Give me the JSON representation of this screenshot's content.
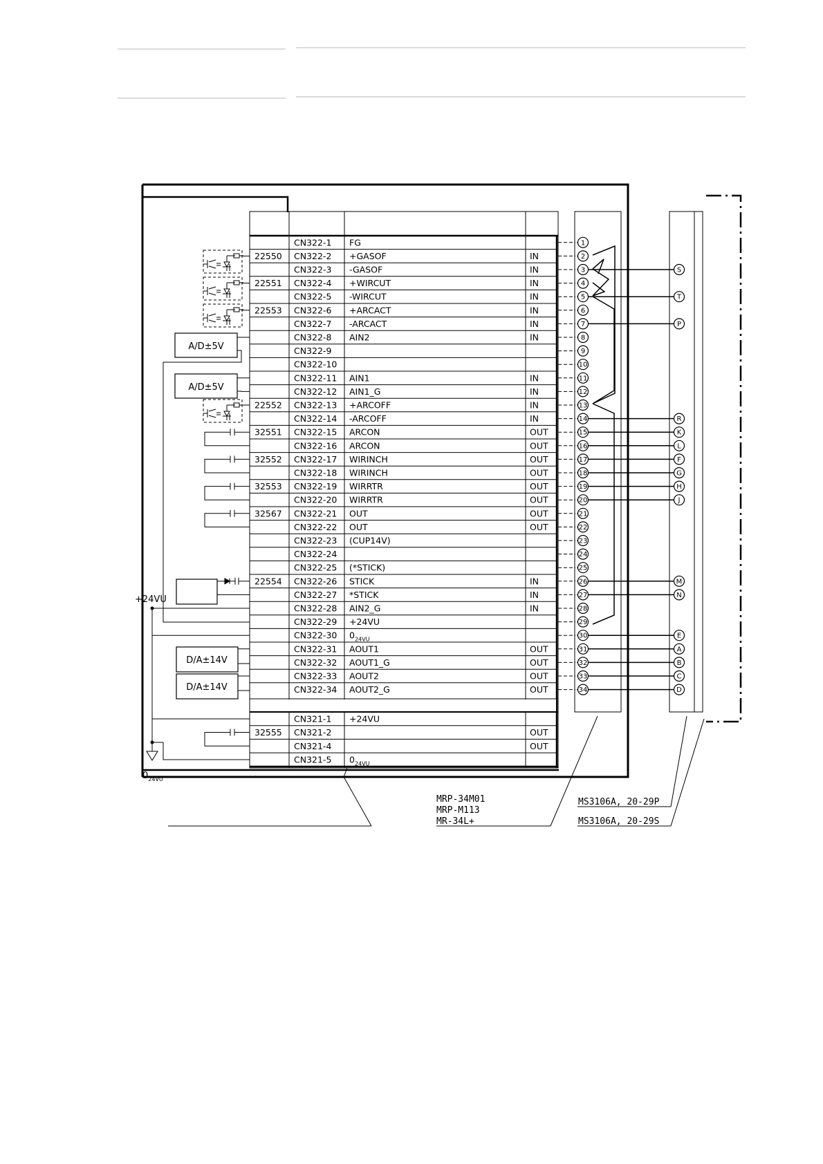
{
  "rows": [
    {
      "code": "",
      "conn": "CN322-1",
      "signal": "FG",
      "dir": "",
      "pin": "1",
      "mil": ""
    },
    {
      "code": "22550",
      "conn": "CN322-2",
      "signal": "+GASOF",
      "dir": "IN",
      "pin": "2",
      "mil": ""
    },
    {
      "code": "",
      "conn": "CN322-3",
      "signal": "-GASOF",
      "dir": "IN",
      "pin": "3",
      "mil": "S"
    },
    {
      "code": "22551",
      "conn": "CN322-4",
      "signal": "+WIRCUT",
      "dir": "IN",
      "pin": "4",
      "mil": ""
    },
    {
      "code": "",
      "conn": "CN322-5",
      "signal": "-WIRCUT",
      "dir": "IN",
      "pin": "5",
      "mil": "T"
    },
    {
      "code": "22553",
      "conn": "CN322-6",
      "signal": "+ARCACT",
      "dir": "IN",
      "pin": "6",
      "mil": ""
    },
    {
      "code": "",
      "conn": "CN322-7",
      "signal": "-ARCACT",
      "dir": "IN",
      "pin": "7",
      "mil": "P"
    },
    {
      "code": "",
      "conn": "CN322-8",
      "signal": "AIN2",
      "dir": "IN",
      "pin": "8",
      "mil": ""
    },
    {
      "code": "",
      "conn": "CN322-9",
      "signal": "",
      "dir": "",
      "pin": "9",
      "mil": ""
    },
    {
      "code": "",
      "conn": "CN322-10",
      "signal": "",
      "dir": "",
      "pin": "10",
      "mil": ""
    },
    {
      "code": "",
      "conn": "CN322-11",
      "signal": "AIN1",
      "dir": "IN",
      "pin": "11",
      "mil": ""
    },
    {
      "code": "",
      "conn": "CN322-12",
      "signal": "AIN1_G",
      "dir": "IN",
      "pin": "12",
      "mil": ""
    },
    {
      "code": "22552",
      "conn": "CN322-13",
      "signal": "+ARCOFF",
      "dir": "IN",
      "pin": "13",
      "mil": ""
    },
    {
      "code": "",
      "conn": "CN322-14",
      "signal": "-ARCOFF",
      "dir": "IN",
      "pin": "14",
      "mil": "R"
    },
    {
      "code": "32551",
      "conn": "CN322-15",
      "signal": "ARCON",
      "dir": "OUT",
      "pin": "15",
      "mil": "K"
    },
    {
      "code": "",
      "conn": "CN322-16",
      "signal": "ARCON",
      "dir": "OUT",
      "pin": "16",
      "mil": "L"
    },
    {
      "code": "32552",
      "conn": "CN322-17",
      "signal": "WIRINCH",
      "dir": "OUT",
      "pin": "17",
      "mil": "F"
    },
    {
      "code": "",
      "conn": "CN322-18",
      "signal": "WIRINCH",
      "dir": "OUT",
      "pin": "18",
      "mil": "G"
    },
    {
      "code": "32553",
      "conn": "CN322-19",
      "signal": "WIRRTR",
      "dir": "OUT",
      "pin": "19",
      "mil": "H"
    },
    {
      "code": "",
      "conn": "CN322-20",
      "signal": "WIRRTR",
      "dir": "OUT",
      "pin": "20",
      "mil": "J"
    },
    {
      "code": "32567",
      "conn": "CN322-21",
      "signal": "OUT",
      "dir": "OUT",
      "pin": "21",
      "mil": ""
    },
    {
      "code": "",
      "conn": "CN322-22",
      "signal": "OUT",
      "dir": "OUT",
      "pin": "22",
      "mil": ""
    },
    {
      "code": "",
      "conn": "CN322-23",
      "signal": "(CUP14V)",
      "dir": "",
      "pin": "23",
      "mil": ""
    },
    {
      "code": "",
      "conn": "CN322-24",
      "signal": "",
      "dir": "",
      "pin": "24",
      "mil": ""
    },
    {
      "code": "",
      "conn": "CN322-25",
      "signal": "(*STICK)",
      "dir": "",
      "pin": "25",
      "mil": ""
    },
    {
      "code": "22554",
      "conn": "CN322-26",
      "signal": "STICK",
      "dir": "IN",
      "pin": "26",
      "mil": "M"
    },
    {
      "code": "",
      "conn": "CN322-27",
      "signal": "*STICK",
      "dir": "IN",
      "pin": "27",
      "mil": "N"
    },
    {
      "code": "",
      "conn": "CN322-28",
      "signal": "AIN2_G",
      "dir": "IN",
      "pin": "28",
      "mil": ""
    },
    {
      "code": "",
      "conn": "CN322-29",
      "signal": "+24VU",
      "dir": "",
      "pin": "29",
      "mil": ""
    },
    {
      "code": "",
      "conn": "CN322-30",
      "signal": "0",
      "sub": "24VU",
      "dir": "",
      "pin": "30",
      "mil": "E"
    },
    {
      "code": "",
      "conn": "CN322-31",
      "signal": "AOUT1",
      "dir": "OUT",
      "pin": "31",
      "mil": "A"
    },
    {
      "code": "",
      "conn": "CN322-32",
      "signal": "AOUT1_G",
      "dir": "OUT",
      "pin": "32",
      "mil": "B"
    },
    {
      "code": "",
      "conn": "CN322-33",
      "signal": "AOUT2",
      "dir": "OUT",
      "pin": "33",
      "mil": "C"
    },
    {
      "code": "",
      "conn": "CN322-34",
      "signal": "AOUT2_G",
      "dir": "OUT",
      "pin": "34",
      "mil": "D"
    }
  ],
  "rows2": [
    {
      "code": "",
      "conn": "CN321-1",
      "signal": "+24VU",
      "dir": ""
    },
    {
      "code": "32555",
      "conn": "CN321-2",
      "signal": "",
      "dir": "OUT"
    },
    {
      "code": "",
      "conn": "CN321-4",
      "signal": "",
      "dir": "OUT"
    },
    {
      "code": "",
      "conn": "CN321-5",
      "signal": "0",
      "sub": "24VU",
      "dir": ""
    }
  ],
  "ad_label": "A/D±5V",
  "da_label": "D/A±14V",
  "supply_label": "+24VU",
  "ground_label": "0",
  "ground_sub": "24VU",
  "connector_labels": {
    "mrp": [
      "MRP-34M01",
      "MRP-M113",
      "MR-34L+"
    ],
    "ms": [
      "MS3106A, 20-29P",
      "MS3106A, 20-29S"
    ]
  }
}
